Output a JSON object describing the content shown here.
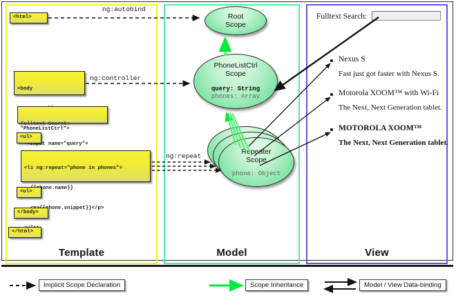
{
  "panels": [
    {
      "key": "template",
      "label": "Template",
      "border_color": "#f5f028"
    },
    {
      "key": "model",
      "label": "Model",
      "border_color": "#4ceda0"
    },
    {
      "key": "view",
      "label": "View",
      "border_color": "#6a4ff0"
    }
  ],
  "template": {
    "boxes": [
      {
        "id": "html-open",
        "text": "<html>"
      },
      {
        "id": "body-open",
        "line1": "<body",
        "line2": " ng:controller=",
        "line3": " \"PhoneListCtrl\">"
      },
      {
        "id": "search-box",
        "line1": "Fulltext Search:",
        "line2": "  <input name=\"query\">"
      },
      {
        "id": "ul-open",
        "text": "<ul>"
      },
      {
        "id": "li-repeat",
        "line1": "<li ng:repeat=\"phone in phones\">",
        "line2": "  {{phone.name}}",
        "line3": "  <p>{{phone.snippet}}</p>",
        "line4": "</li>"
      },
      {
        "id": "ul-close",
        "text": "<ul>"
      },
      {
        "id": "body-close",
        "text": "</body>"
      },
      {
        "id": "html-close",
        "text": "</html>"
      }
    ]
  },
  "connectors": {
    "autobind": "ng:autobind",
    "controller": "ng:controller",
    "repeat": "ng:repeat"
  },
  "model": {
    "scopes": [
      {
        "id": "root-scope",
        "title_line1": "Root",
        "title_line2": "Scope",
        "fields": []
      },
      {
        "id": "phonelist-scope",
        "title_line1": "PhoneListCtrl",
        "title_line2": "Scope",
        "fields": [
          {
            "text": "query: String",
            "emphasis": "bold"
          },
          {
            "text": "phones: Array",
            "emphasis": "dim"
          }
        ]
      },
      {
        "id": "repeater-scope",
        "title_line1": "Repeater",
        "title_line2": "Scope",
        "fields": [
          {
            "text": "phone: Object",
            "emphasis": "dim"
          }
        ]
      }
    ]
  },
  "view": {
    "search_label": "Fulltext Search:",
    "search_input_value": "",
    "search_input_placeholder": "",
    "items": [
      {
        "name": "Nexus S",
        "snippet": "Fast just got faster with Nexus S.",
        "style": "normal"
      },
      {
        "name": "Motorola XOOM™  with Wi-Fi",
        "snippet": "The Next, Next Generation tablet.",
        "style": "normal"
      },
      {
        "name": "MOTOROLA XOOM™",
        "snippet": "The Next, Next Generation tablet.",
        "style": "bold"
      }
    ]
  },
  "legend": [
    {
      "id": "implicit-scope-declaration",
      "label": "Implicit Scope Declaration",
      "arrow": "dashed-black",
      "color": "#111111"
    },
    {
      "id": "scope-inheritance",
      "label": "Scope Inheritance",
      "arrow": "solid-green",
      "color": "#00e83c"
    },
    {
      "id": "model-view-data-binding",
      "label": "Model / View Data-binding",
      "arrow": "double-black",
      "color": "#111111"
    }
  ]
}
